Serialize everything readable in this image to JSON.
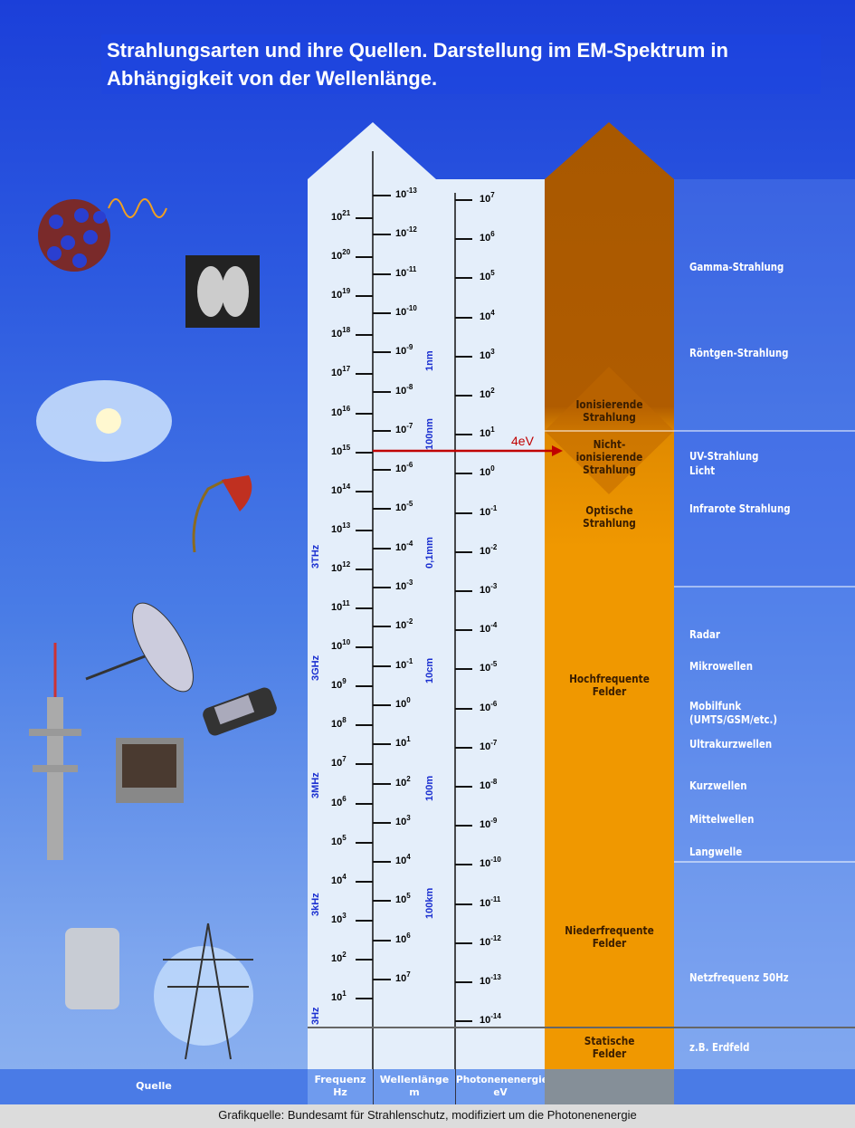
{
  "title": "Strahlungsarten und ihre Quellen. Darstellung im EM-Spektrum in Abhängigkeit von der Wellenlänge.",
  "frequency_exponents": [
    21,
    20,
    19,
    18,
    17,
    16,
    15,
    14,
    13,
    12,
    11,
    10,
    9,
    8,
    7,
    6,
    5,
    4,
    3,
    2,
    1
  ],
  "wavelength_exponents": [
    -13,
    -12,
    -11,
    -10,
    -9,
    -8,
    -7,
    -6,
    -5,
    -4,
    -3,
    -2,
    -1,
    0,
    1,
    2,
    3,
    4,
    5,
    6,
    7
  ],
  "energy_exponents": [
    7,
    6,
    5,
    4,
    3,
    2,
    1,
    0,
    -1,
    -2,
    -3,
    -4,
    -5,
    -6,
    -7,
    -8,
    -9,
    -10,
    -11,
    -12,
    -13,
    -14
  ],
  "frequency_markers": [
    "3THz",
    "3GHz",
    "3MHz",
    "3kHz",
    "3Hz"
  ],
  "wavelength_markers": [
    "1nm",
    "100nm",
    "0,1mm",
    "10cm",
    "100m",
    "100km"
  ],
  "threshold_label": "4eV",
  "categories": {
    "ionizing": "Ionisierende Strahlung",
    "non_ionizing": "Nicht-ionisierende Strahlung",
    "optical": "Optische Strahlung",
    "hf": "Hochfrequente Felder",
    "lf": "Niederfrequente Felder",
    "static": "Statische Felder"
  },
  "types": {
    "gamma": "Gamma-Strahlung",
    "xray": "Röntgen-Strahlung",
    "uv": "UV-Strahlung",
    "light": "Licht",
    "ir": "Infrarote Strahlung",
    "radar": "Radar",
    "micro": "Mikrowellen",
    "mobile1": "Mobilfunk",
    "mobile2": "(UMTS/GSM/etc.)",
    "ukw": "Ultrakurzwellen",
    "kw": "Kurzwellen",
    "mw": "Mittelwellen",
    "lw": "Langwelle",
    "netz": "Netzfrequenz 50Hz",
    "erd": "z.B. Erdfeld"
  },
  "bottom": {
    "source": "Quelle",
    "freq": "Frequenz",
    "freq_unit": "Hz",
    "wave": "Wellenlänge",
    "wave_unit": "m",
    "energy": "Photonenenergie",
    "energy_unit": "eV"
  },
  "footer": "Grafikquelle: Bundesamt für Strahlenschutz, modifiziert um die Photonenenergie",
  "colors": {
    "orange_top": "#a85800",
    "orange": "#f09800",
    "scale_bg": "#e4eefa",
    "arrow": "#c00000"
  }
}
